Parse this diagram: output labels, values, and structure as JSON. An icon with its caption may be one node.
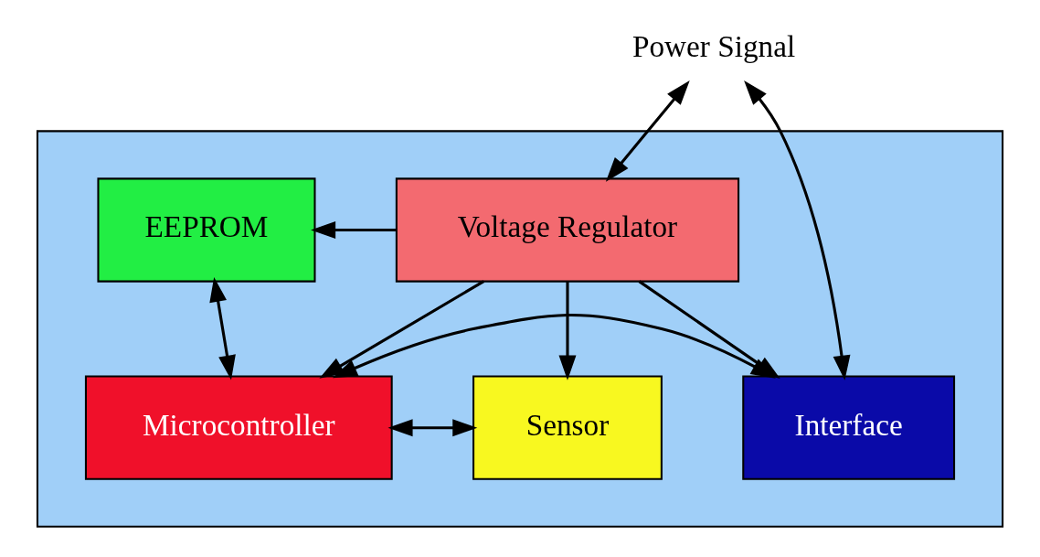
{
  "diagram": {
    "nodes": [
      {
        "text": [],
        "shape": "box"
      },
      {
        "text": [
          "Power Signal"
        ]
      },
      {
        "text": [
          "Voltage Regulator"
        ],
        "in": 0
      },
      {
        "text": [
          "EEPROM"
        ],
        "in": 0
      },
      {
        "text": [
          "Interface"
        ],
        "in": 0
      },
      {
        "text": [
          "Microcontroller"
        ],
        "in": 0
      },
      {
        "text": [
          "Sensor"
        ],
        "in": 0
      }
    ],
    "edges": [
      {
        "from": 1,
        "to": 2,
        "arrow": "both"
      },
      {
        "from": 1,
        "to": 4,
        "arrow": "both"
      },
      {
        "from": 2,
        "to": 3,
        "arrow": "to"
      },
      {
        "from": 2,
        "to": 5,
        "arrow": "to"
      },
      {
        "from": 2,
        "to": 4,
        "arrow": "to"
      },
      {
        "from": 2,
        "to": 6,
        "arrow": "to"
      },
      {
        "from": 3,
        "to": 5,
        "arrow": "both"
      },
      {
        "from": 4,
        "to": 5,
        "arrow": "both"
      },
      {
        "from": 5,
        "to": 6,
        "arrow": "both"
      }
    ]
  }
}
